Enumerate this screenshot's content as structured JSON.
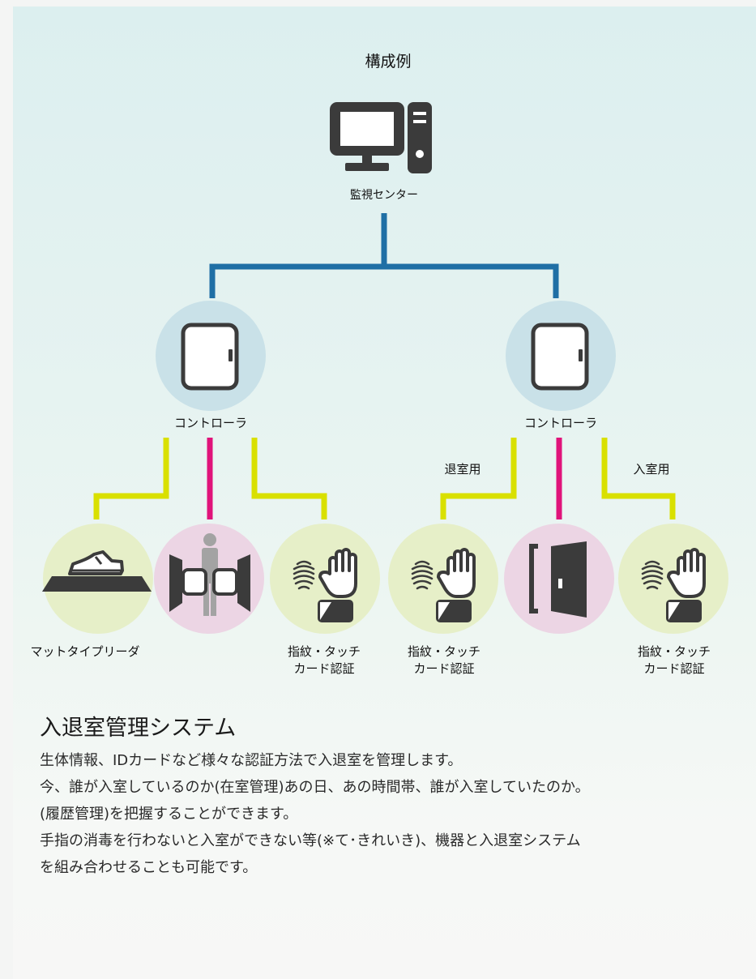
{
  "diagram": {
    "title": "構成例",
    "center_label": "監視センター",
    "controllers": [
      {
        "label": "コントローラ"
      },
      {
        "label": "コントローラ"
      }
    ],
    "branch_labels": {
      "exit": "退室用",
      "entry": "入室用"
    },
    "devices": [
      {
        "icon": "mat-reader-icon",
        "label_1": "マットタイプリーダ",
        "label_2": ""
      },
      {
        "icon": "flap-gate-icon",
        "label_1": "",
        "label_2": ""
      },
      {
        "icon": "fingerprint-touch-card-icon",
        "label_1": "指紋・タッチ",
        "label_2": "カード認証"
      },
      {
        "icon": "fingerprint-touch-card-icon",
        "label_1": "指紋・タッチ",
        "label_2": "カード認証"
      },
      {
        "icon": "door-icon",
        "label_1": "",
        "label_2": ""
      },
      {
        "icon": "fingerprint-touch-card-icon",
        "label_1": "指紋・タッチ",
        "label_2": "カード認証"
      }
    ],
    "colors": {
      "center_link": "#1f6fa5",
      "yellow_link": "#d9e000",
      "magenta_link": "#e0137a",
      "controller_circle": "#c9e1e8",
      "device_green_circle": "#e6efc8",
      "device_pink_circle": "#ecd5e4",
      "icon_dark": "#3b3b3b"
    }
  },
  "section": {
    "heading": "入退室管理システム",
    "lines": [
      "生体情報、IDカードなど様々な認証方法で入退室を管理します。",
      "今、誰が入室しているのか(在室管理)あの日、あの時間帯、誰が入室していたのか。",
      "(履歴管理)を把握することができます。",
      "手指の消毒を行わないと入室ができない等(※て･きれいき)、機器と入退室システム",
      "を組み合わせることも可能です。"
    ]
  }
}
